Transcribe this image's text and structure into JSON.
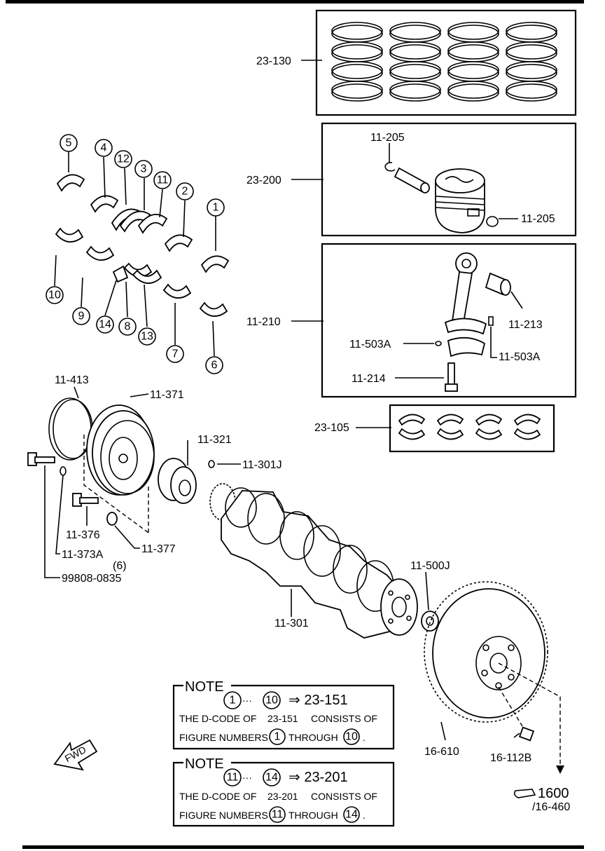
{
  "part_labels": {
    "p23_130": "23-130",
    "p23_200": "23-200",
    "p11_205_a": "11-205",
    "p11_205_b": "11-205",
    "p11_210": "11-210",
    "p11_213": "11-213",
    "p11_503a_a": "11-503A",
    "p11_503a_b": "11-503A",
    "p11_214": "11-214",
    "p23_105": "23-105",
    "p11_413": "11-413",
    "p11_371": "11-371",
    "p11_321": "11-321",
    "p11_301j": "11-301J",
    "p11_376": "11-376",
    "p11_377": "11-377",
    "p11_373a": "11-373A",
    "p99808": "99808-0835",
    "p99808_qty": "(6)",
    "p11_301": "11-301",
    "p11_500j": "11-500J",
    "p16_610": "16-610",
    "p16_112b": "16-112B"
  },
  "bearing_numbers": [
    "1",
    "2",
    "3",
    "4",
    "5",
    "6",
    "7",
    "8",
    "9",
    "10",
    "11",
    "12",
    "13",
    "14"
  ],
  "notes": [
    {
      "heading": "NOTE",
      "range_start": "1",
      "range_sep": "···",
      "range_end": "10",
      "arrow_code": "⇒ 23-151",
      "line1_a": "THE D-CODE OF",
      "line1_code": "23-151",
      "line1_b": "CONSISTS OF",
      "line2_a": "FIGURE NUMBERS",
      "line2_n1": "1",
      "line2_mid": "THROUGH",
      "line2_n2": "10",
      "line2_end": "."
    },
    {
      "heading": "NOTE",
      "range_start": "11",
      "range_sep": "···",
      "range_end": "14",
      "arrow_code": "⇒ 23-201",
      "line1_a": "THE D-CODE OF",
      "line1_code": "23-201",
      "line1_b": "CONSISTS OF",
      "line2_a": "FIGURE NUMBERS",
      "line2_n1": "11",
      "line2_mid": "THROUGH",
      "line2_n2": "14",
      "line2_end": "."
    }
  ],
  "fwd_label": "FWD",
  "ref": {
    "code": "1600",
    "sub": "/16-460"
  }
}
